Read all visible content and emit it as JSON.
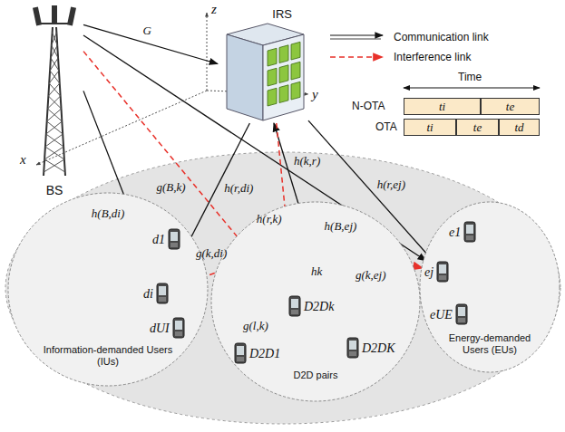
{
  "diagram": {
    "nodes": [
      {
        "text": [
          "BS"
        ]
      },
      {
        "text": [
          "IRS"
        ]
      },
      {
        "text": [
          "ti"
        ]
      },
      {
        "text": [
          "te"
        ]
      },
      {
        "text": [
          "ti"
        ]
      },
      {
        "text": [
          "te"
        ]
      },
      {
        "text": [
          "td"
        ]
      },
      {
        "text": [
          "Information-demanded Users (IUs)"
        ]
      },
      {
        "text": [
          "d1"
        ],
        "in": 7
      },
      {
        "text": [
          "di"
        ],
        "in": 7
      },
      {
        "text": [
          "dUI"
        ],
        "in": 7
      },
      {
        "text": [
          "D2D pairs"
        ]
      },
      {
        "text": [
          "D2D1"
        ],
        "in": 11
      },
      {
        "text": [
          "D2Dk"
        ],
        "in": 11
      },
      {
        "text": [
          "D2DK"
        ],
        "in": 11
      },
      {
        "text": [
          "Energy-demanded Users (EUs)"
        ]
      },
      {
        "text": [
          "e1"
        ],
        "in": 15
      },
      {
        "text": [
          "ej"
        ],
        "in": 15
      },
      {
        "text": [
          "eUE"
        ],
        "in": 15
      }
    ],
    "edges": [
      {
        "from": 0,
        "to": 1,
        "arrow": "to",
        "label": "G"
      },
      {
        "from": 0,
        "to": 9,
        "arrow": "to",
        "label": "h(B,di)"
      },
      {
        "from": 0,
        "to": 13,
        "arrow": "to",
        "label": "g(B,k)"
      },
      {
        "from": 0,
        "to": 17,
        "arrow": "to",
        "label": "h(B,ej)"
      },
      {
        "from": 1,
        "to": 9,
        "arrow": "to",
        "label": "h(r,di)"
      },
      {
        "from": 1,
        "to": 13,
        "arrow": "to",
        "label": "h(r,k)"
      },
      {
        "from": 1,
        "to": 17,
        "arrow": "to",
        "label": "h(r,ej)"
      }
    ],
    "labels": [
      "x",
      "y",
      "z",
      "Time",
      "N-OTA",
      "OTA",
      "h(k,r)",
      "g(k,di)",
      "g(k,ej)",
      "hk",
      "g(l,k)"
    ],
    "legend": [
      {
        "text": "Communication link"
      },
      {
        "text": "Interference link"
      }
    ]
  }
}
